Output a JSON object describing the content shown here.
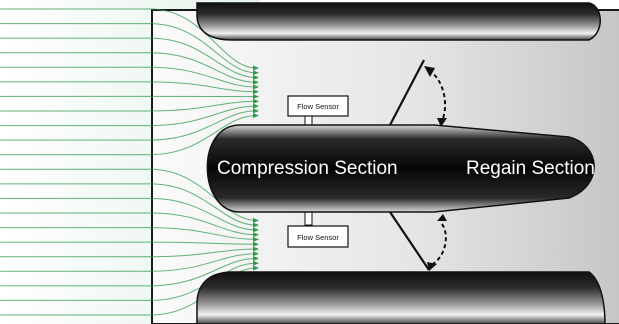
{
  "labels": {
    "compression_section": "Compression Section",
    "regain_section": "Regain Section",
    "flow_sensor_top": "Flow Sensor",
    "flow_sensor_bottom": "Flow Sensor"
  },
  "colors": {
    "streamline": "#2f9a4c",
    "streamline_fade": "#dff2e4",
    "body_dark": "#111111",
    "body_highlight": "#ffffff",
    "chamber_light": "#fbfbfb",
    "chamber_dark": "#c8c8c8",
    "outline": "#1a1a1a"
  },
  "flow": {
    "streamline_count": 22
  }
}
